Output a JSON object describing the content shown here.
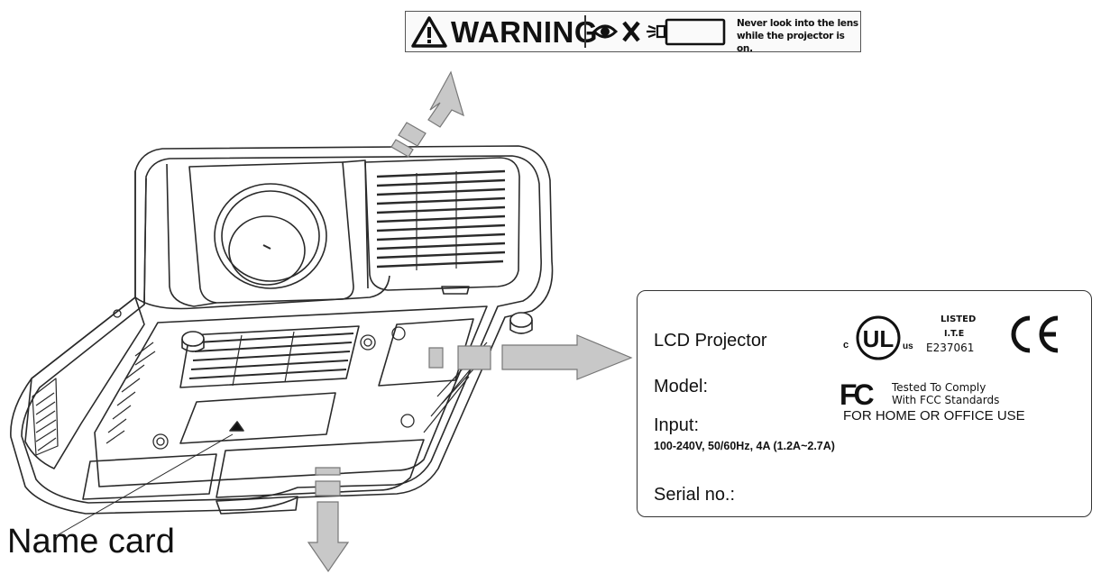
{
  "warning_sticker": {
    "title": "WARNING",
    "message_line1": "Never look into the lens",
    "message_line2": "while the projector is on."
  },
  "rating_label": {
    "product": "LCD Projector",
    "model_label": "Model:",
    "input_label": "Input:",
    "input_value": "100-240V, 50/60Hz, 4A (1.2A~2.7A)",
    "serial_label": "Serial no.:",
    "ul": {
      "c": "c",
      "mark": "UL",
      "us": "us",
      "listed": "LISTED",
      "ite": "I.T.E",
      "file_no": "E237061"
    },
    "ce": "CE",
    "fcc": {
      "mark": "FC",
      "line1": "Tested To Comply",
      "line2": "With FCC Standards",
      "line3": "FOR HOME OR OFFICE USE"
    }
  },
  "callouts": {
    "name_card": "Name card"
  },
  "colors": {
    "line": "#2a2a2a",
    "arrow_fill": "#c8c8c8",
    "arrow_stroke": "#777777",
    "body_fill": "#ffffff"
  }
}
